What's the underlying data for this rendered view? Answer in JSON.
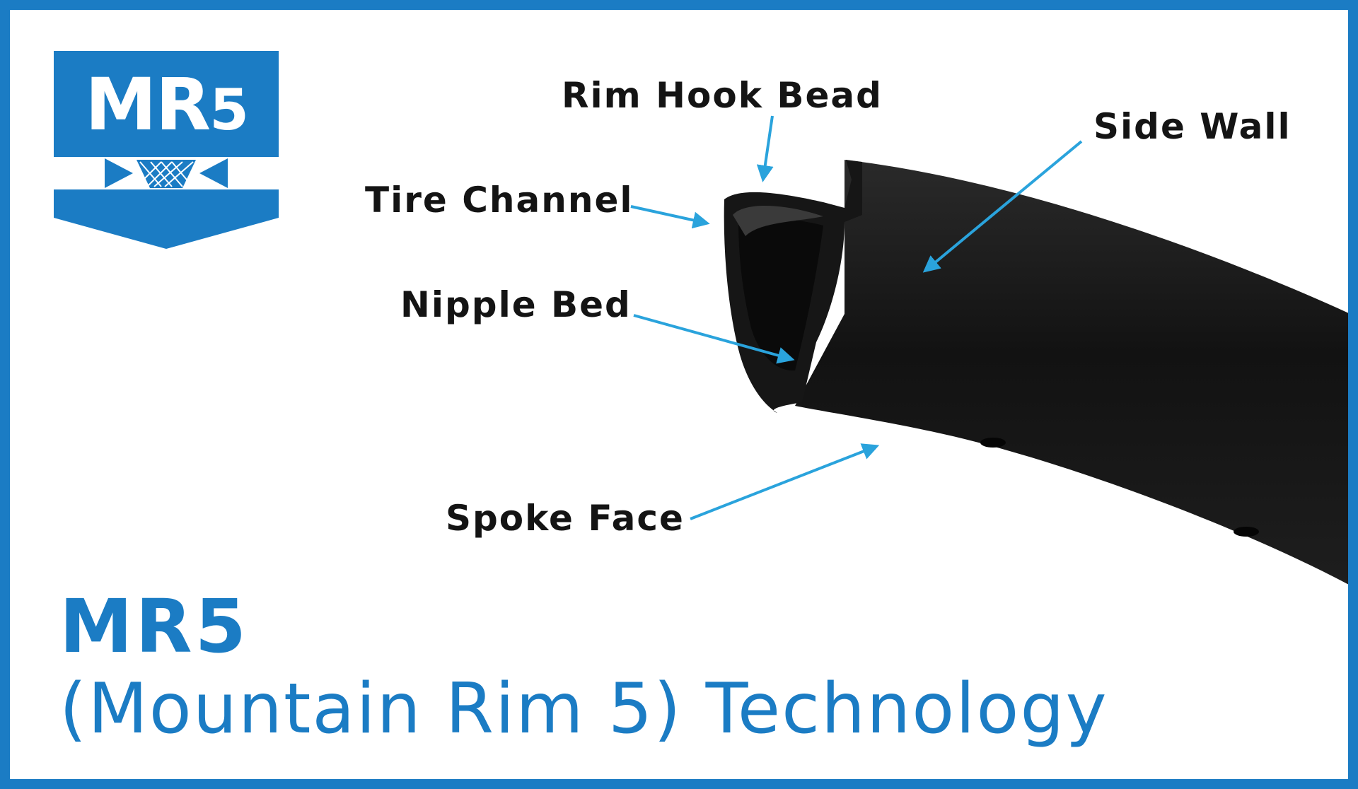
{
  "logo": {
    "text_main": "MR",
    "text_suffix": "5",
    "colors": {
      "primary": "#1b7cc4",
      "inner": "#ffffff"
    }
  },
  "callouts": {
    "rim_hook_bead": "Rim Hook Bead",
    "side_wall": "Side Wall",
    "tire_channel": "Tire Channel",
    "nipple_bed": "Nipple Bed",
    "spoke_face": "Spoke Face"
  },
  "title": {
    "main": "MR5",
    "sub": "(Mountain Rim 5) Technology"
  },
  "colors": {
    "accent": "#1b7cc4",
    "arrow": "#2aa3dc",
    "label": "#141414",
    "rim": "#151515"
  }
}
